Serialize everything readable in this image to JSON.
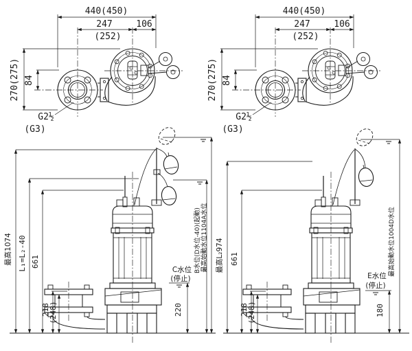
{
  "drawing": {
    "top_left": {
      "total_width": "440(450)",
      "flange_to_center": "247",
      "center_to_edge": "106",
      "alt_width": "(252)",
      "total_depth": "270(275)",
      "flange_offset": "84",
      "thread": "G2½",
      "thread_alt": "(G3)"
    },
    "top_right": {
      "total_width": "440(450)",
      "flange_to_center": "247",
      "center_to_edge": "106",
      "alt_width": "(252)",
      "total_depth": "270(275)",
      "flange_offset": "84",
      "thread": "G2½",
      "thread_alt": "(G3)"
    },
    "bottom_left": {
      "max_height": "最高1074",
      "l_formula": "L₁=L₂-40",
      "body_height": "661",
      "flange_height": "218",
      "flange_height_alt": "(248)",
      "stop_level_height": "220",
      "stop_level_name": "C水位",
      "stop_level_state": "(停止)",
      "start_level_label": "B水位(D水位-40)(起動)",
      "max_start_level_label": "最高始動水位1104A水位"
    },
    "bottom_right": {
      "max_height": "最高L₂974",
      "body_height": "661",
      "flange_height": "218",
      "flange_height_alt": "(248)",
      "stop_level_height": "180",
      "stop_level_name": "E水位",
      "stop_level_state": "(停止)",
      "max_start_level_label": "最高始動水位1004D水位"
    }
  },
  "colors": {
    "line": "#1a1a1a",
    "background": "#ffffff"
  }
}
